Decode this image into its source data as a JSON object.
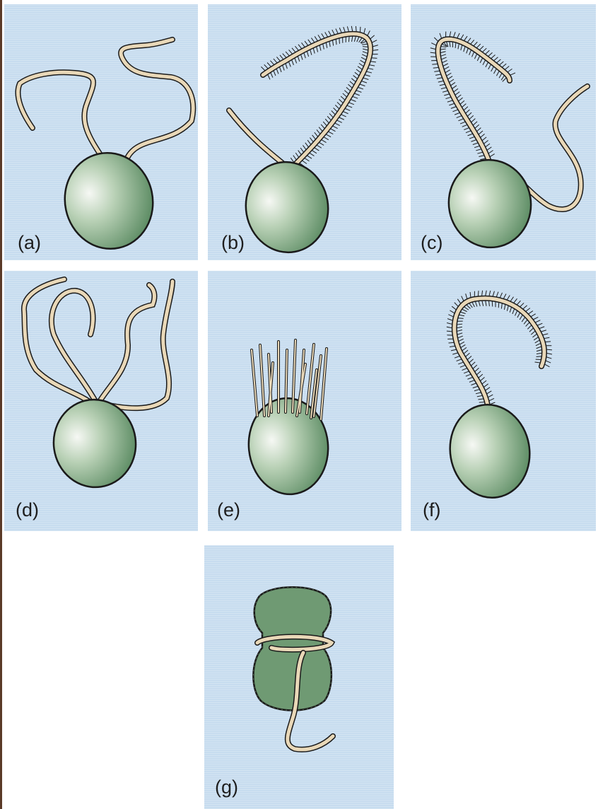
{
  "figure": {
    "panels": [
      {
        "id": "a",
        "label": "(a)",
        "flagella": "two smooth flagella"
      },
      {
        "id": "b",
        "label": "(b)",
        "flagella": "one smooth, one hairy flagellum"
      },
      {
        "id": "c",
        "label": "(c)",
        "flagella": "one hairy, one smooth flagellum"
      },
      {
        "id": "d",
        "label": "(d)",
        "flagella": "four smooth flagella"
      },
      {
        "id": "e",
        "label": "(e)",
        "flagella": "tuft of many short flagella"
      },
      {
        "id": "f",
        "label": "(f)",
        "flagella": "single hairy flagellum"
      },
      {
        "id": "g",
        "label": "(g)",
        "flagella": "girdling transverse and trailing flagella"
      }
    ]
  },
  "colors": {
    "background": "#c7dcef",
    "cell_green": "#6f9a73",
    "cell_highlight": "#f4f7f2",
    "flagellum": "#e9d8b8",
    "outline": "#1a1a1a"
  }
}
